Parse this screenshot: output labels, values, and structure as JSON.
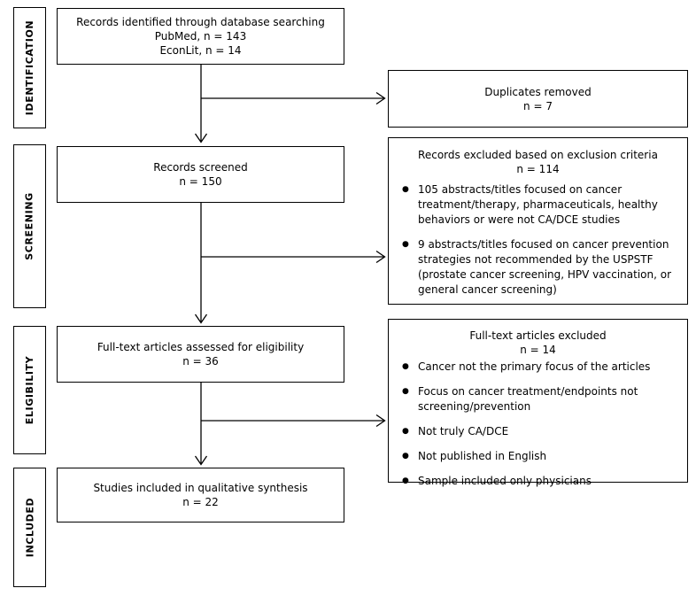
{
  "diagram": {
    "stages": [
      {
        "label": "IDENTIFICATION"
      },
      {
        "label": "SCREENING"
      },
      {
        "label": "ELIGIBILITY"
      },
      {
        "label": "INCLUDED"
      }
    ],
    "main_boxes": [
      {
        "lines": [
          "Records identified through database searching",
          "PubMed, n = 143",
          "EconLit, n = 14"
        ]
      },
      {
        "lines": [
          "Records screened",
          "n = 150"
        ]
      },
      {
        "lines": [
          "Full-text articles assessed for eligibility",
          "n = 36"
        ]
      },
      {
        "lines": [
          "Studies included in qualitative synthesis",
          "n = 22"
        ]
      }
    ],
    "side_boxes": [
      {
        "title": "Duplicates removed",
        "count": "n = 7",
        "bullets": []
      },
      {
        "title": "Records excluded based on exclusion criteria",
        "count": "n = 114",
        "bullets": [
          "105 abstracts/titles focused on cancer treatment/therapy, pharmaceuticals, healthy behaviors or were not CA/DCE studies",
          "9 abstracts/titles focused on cancer prevention strategies not recommended by the USPSTF (prostate cancer screening, HPV vaccination, or general cancer screening)"
        ]
      },
      {
        "title": "Full-text articles excluded",
        "count": "n = 14",
        "bullets": [
          "Cancer not the primary focus of the articles",
          "Focus on cancer treatment/endpoints not screening/prevention",
          "Not truly CA/DCE",
          "Not published in English",
          "Sample included only physicians"
        ]
      }
    ],
    "bullet_glyph": "●"
  },
  "colors": {
    "line": "#000000",
    "background": "#ffffff",
    "text": "#000000"
  }
}
